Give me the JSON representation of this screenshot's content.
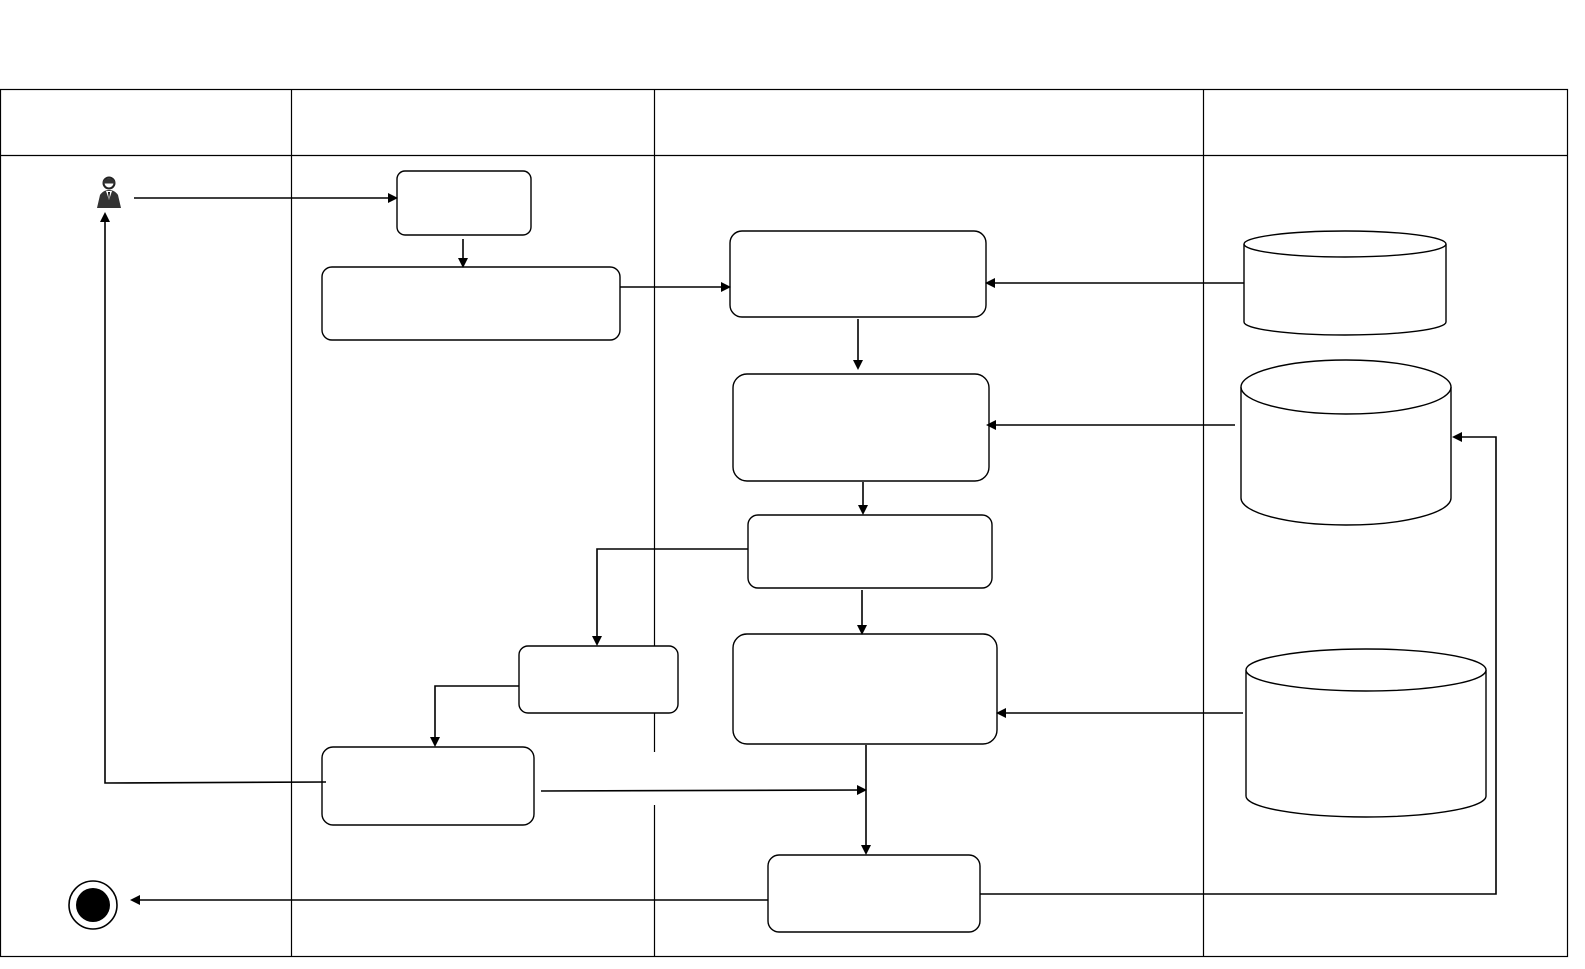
{
  "diagram": {
    "type": "swimlane-activity-diagram",
    "colors": {
      "stroke": "#000000",
      "background": "#ffffff",
      "end_node_fill": "#000000"
    },
    "lanes": [
      {
        "id": "lane-1",
        "title": ""
      },
      {
        "id": "lane-2",
        "title": ""
      },
      {
        "id": "lane-3",
        "title": ""
      },
      {
        "id": "lane-4",
        "title": ""
      }
    ],
    "nodes": {
      "actor": {
        "kind": "actor",
        "icon": "user-icon",
        "label": ""
      },
      "box_a": {
        "kind": "activity",
        "label": ""
      },
      "box_b": {
        "kind": "activity",
        "label": ""
      },
      "box_c": {
        "kind": "activity",
        "label": ""
      },
      "box_d": {
        "kind": "activity",
        "label": ""
      },
      "box_e": {
        "kind": "activity",
        "label": ""
      },
      "box_f": {
        "kind": "activity",
        "label": ""
      },
      "box_g": {
        "kind": "activity",
        "label": ""
      },
      "box_h": {
        "kind": "activity",
        "label": ""
      },
      "box_i": {
        "kind": "activity",
        "label": ""
      },
      "db_1": {
        "kind": "datastore",
        "label": ""
      },
      "db_2": {
        "kind": "datastore",
        "label": ""
      },
      "db_3": {
        "kind": "datastore",
        "label": ""
      },
      "end": {
        "kind": "final",
        "label": ""
      }
    }
  }
}
